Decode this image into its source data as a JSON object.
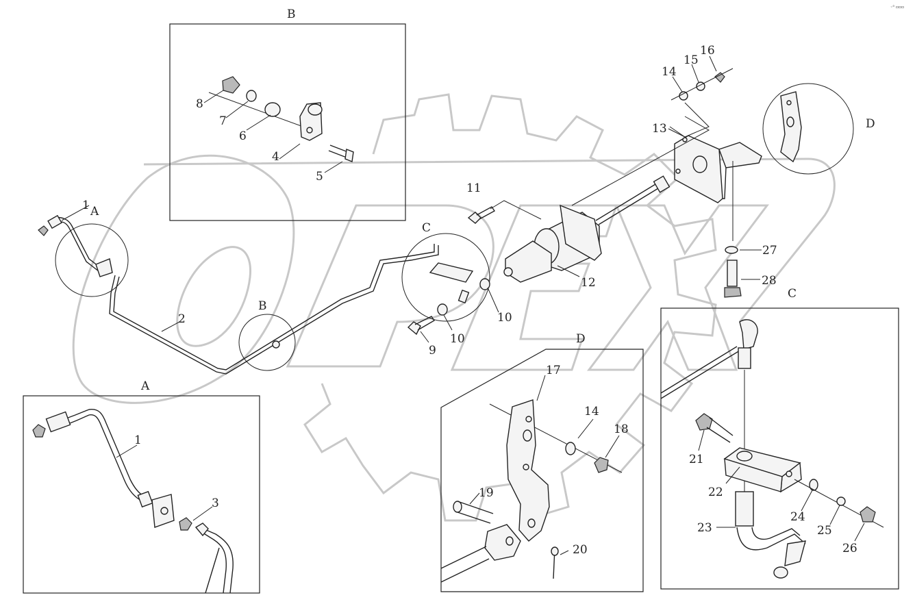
{
  "corner_mark": "◦⁰ ▫▫▫",
  "detail_titles": {
    "detail_b": "B",
    "detail_a": "A",
    "detail_c": "C",
    "detail_d": "D"
  },
  "callouts": {
    "circle_a": "A",
    "circle_b": "B",
    "circle_c": "C",
    "circle_d": "D"
  },
  "part_numbers": {
    "p1_main": "1",
    "p2": "2",
    "p4": "4",
    "p5": "5",
    "p6": "6",
    "p7": "7",
    "p8": "8",
    "p9": "9",
    "p10a": "10",
    "p10b": "10",
    "p11": "11",
    "p12": "12",
    "p13": "13",
    "p14_top": "14",
    "p15": "15",
    "p16": "16",
    "p27": "27",
    "p28": "28",
    "p1_detail": "1",
    "p3": "3",
    "p17": "17",
    "p14_detail": "14",
    "p18": "18",
    "p19": "19",
    "p20": "20",
    "p21": "21",
    "p22": "22",
    "p23": "23",
    "p24": "24",
    "p25": "25",
    "p26": "26"
  },
  "watermark": "OPEX"
}
